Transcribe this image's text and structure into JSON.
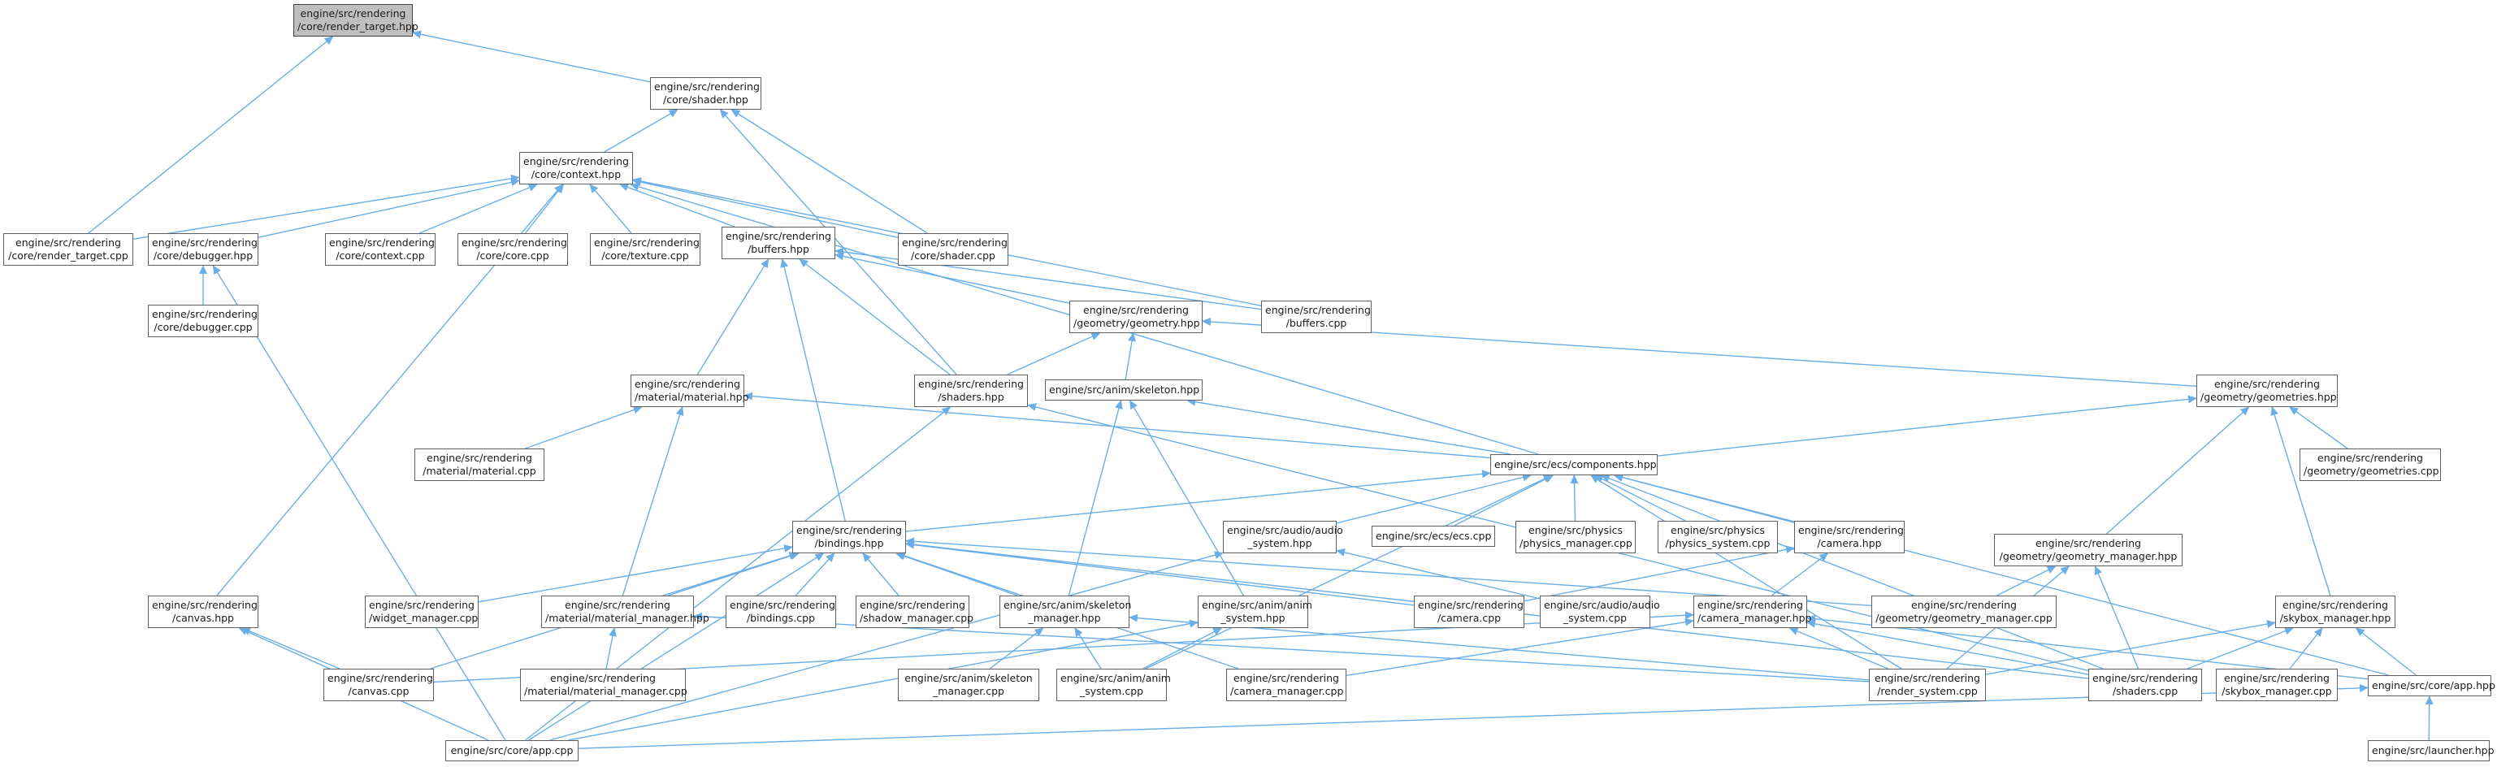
{
  "diagram": {
    "arrow_color": "#6aaee8",
    "node_border": "#606060",
    "root_fill": "#bfbfbf",
    "nodes": [
      {
        "id": "rt_hpp",
        "root": true,
        "lines": [
          "engine/src/rendering",
          "/core/render_target.hpp"
        ]
      },
      {
        "id": "shader_hpp",
        "lines": [
          "engine/src/rendering",
          "/core/shader.hpp"
        ]
      },
      {
        "id": "context_hpp",
        "lines": [
          "engine/src/rendering",
          "/core/context.hpp"
        ]
      },
      {
        "id": "rt_cpp",
        "lines": [
          "engine/src/rendering",
          "/core/render_target.cpp"
        ]
      },
      {
        "id": "debugger_hpp",
        "lines": [
          "engine/src/rendering",
          "/core/debugger.hpp"
        ]
      },
      {
        "id": "context_cpp",
        "lines": [
          "engine/src/rendering",
          "/core/context.cpp"
        ]
      },
      {
        "id": "core_cpp",
        "lines": [
          "engine/src/rendering",
          "/core/core.cpp"
        ]
      },
      {
        "id": "texture_cpp",
        "lines": [
          "engine/src/rendering",
          "/core/texture.cpp"
        ]
      },
      {
        "id": "buffers_hpp",
        "lines": [
          "engine/src/rendering",
          "/buffers.hpp"
        ]
      },
      {
        "id": "shader_cpp",
        "lines": [
          "engine/src/rendering",
          "/core/shader.cpp"
        ]
      },
      {
        "id": "debugger_cpp",
        "lines": [
          "engine/src/rendering",
          "/core/debugger.cpp"
        ]
      },
      {
        "id": "geometry_hpp",
        "lines": [
          "engine/src/rendering",
          "/geometry/geometry.hpp"
        ]
      },
      {
        "id": "buffers_cpp",
        "lines": [
          "engine/src/rendering",
          "/buffers.cpp"
        ]
      },
      {
        "id": "material_hpp",
        "lines": [
          "engine/src/rendering",
          "/material/material.hpp"
        ]
      },
      {
        "id": "shaders_hpp",
        "lines": [
          "engine/src/rendering",
          "/shaders.hpp"
        ]
      },
      {
        "id": "skeleton_hpp",
        "lines": [
          "engine/src/anim/skeleton.hpp"
        ]
      },
      {
        "id": "geometries_hpp",
        "lines": [
          "engine/src/rendering",
          "/geometry/geometries.hpp"
        ]
      },
      {
        "id": "material_cpp",
        "lines": [
          "engine/src/rendering",
          "/material/material.cpp"
        ]
      },
      {
        "id": "components_hpp",
        "lines": [
          "engine/src/ecs/components.hpp"
        ]
      },
      {
        "id": "geometries_cpp",
        "lines": [
          "engine/src/rendering",
          "/geometry/geometries.cpp"
        ]
      },
      {
        "id": "bindings_hpp",
        "lines": [
          "engine/src/rendering",
          "/bindings.hpp"
        ]
      },
      {
        "id": "audio_hpp",
        "lines": [
          "engine/src/audio/audio",
          "_system.hpp"
        ]
      },
      {
        "id": "ecs_cpp",
        "lines": [
          "engine/src/ecs/ecs.cpp"
        ]
      },
      {
        "id": "phys_mgr_cpp",
        "lines": [
          "engine/src/physics",
          "/physics_manager.cpp"
        ]
      },
      {
        "id": "phys_sys_cpp",
        "lines": [
          "engine/src/physics",
          "/physics_system.cpp"
        ]
      },
      {
        "id": "camera_hpp",
        "lines": [
          "engine/src/rendering",
          "/camera.hpp"
        ]
      },
      {
        "id": "geo_mgr_hpp",
        "lines": [
          "engine/src/rendering",
          "/geometry/geometry_manager.hpp"
        ]
      },
      {
        "id": "canvas_hpp",
        "lines": [
          "engine/src/rendering",
          "/canvas.hpp"
        ]
      },
      {
        "id": "widget_cpp",
        "lines": [
          "engine/src/rendering",
          "/widget_manager.cpp"
        ]
      },
      {
        "id": "mat_mgr_hpp",
        "lines": [
          "engine/src/rendering",
          "/material/material_manager.hpp"
        ]
      },
      {
        "id": "bindings_cpp",
        "lines": [
          "engine/src/rendering",
          "/bindings.cpp"
        ]
      },
      {
        "id": "shadow_cpp",
        "lines": [
          "engine/src/rendering",
          "/shadow_manager.cpp"
        ]
      },
      {
        "id": "skel_mgr_hpp",
        "lines": [
          "engine/src/anim/skeleton",
          "_manager.hpp"
        ]
      },
      {
        "id": "anim_sys_hpp",
        "lines": [
          "engine/src/anim/anim",
          "_system.hpp"
        ]
      },
      {
        "id": "camera_cpp",
        "lines": [
          "engine/src/rendering",
          "/camera.cpp"
        ]
      },
      {
        "id": "audio_cpp",
        "lines": [
          "engine/src/audio/audio",
          "_system.cpp"
        ]
      },
      {
        "id": "cam_mgr_hpp",
        "lines": [
          "engine/src/rendering",
          "/camera_manager.hpp"
        ]
      },
      {
        "id": "geo_mgr_cpp",
        "lines": [
          "engine/src/rendering",
          "/geometry/geometry_manager.cpp"
        ]
      },
      {
        "id": "skybox_hpp",
        "lines": [
          "engine/src/rendering",
          "/skybox_manager.hpp"
        ]
      },
      {
        "id": "canvas_cpp",
        "lines": [
          "engine/src/rendering",
          "/canvas.cpp"
        ]
      },
      {
        "id": "mat_mgr_cpp",
        "lines": [
          "engine/src/rendering",
          "/material/material_manager.cpp"
        ]
      },
      {
        "id": "skel_mgr_cpp",
        "lines": [
          "engine/src/anim/skeleton",
          "_manager.cpp"
        ]
      },
      {
        "id": "anim_sys_cpp",
        "lines": [
          "engine/src/anim/anim",
          "_system.cpp"
        ]
      },
      {
        "id": "cam_mgr_cpp",
        "lines": [
          "engine/src/rendering",
          "/camera_manager.cpp"
        ]
      },
      {
        "id": "render_sys_cpp",
        "lines": [
          "engine/src/rendering",
          "/render_system.cpp"
        ]
      },
      {
        "id": "shaders_cpp",
        "lines": [
          "engine/src/rendering",
          "/shaders.cpp"
        ]
      },
      {
        "id": "skybox_cpp",
        "lines": [
          "engine/src/rendering",
          "/skybox_manager.cpp"
        ]
      },
      {
        "id": "app_hpp",
        "lines": [
          "engine/src/core/app.hpp"
        ]
      },
      {
        "id": "app_cpp",
        "lines": [
          "engine/src/core/app.cpp"
        ]
      },
      {
        "id": "launcher_hpp",
        "lines": [
          "engine/src/launcher.hpp"
        ]
      }
    ],
    "edges": [
      [
        "shader_hpp",
        "rt_hpp"
      ],
      [
        "rt_cpp",
        "rt_hpp"
      ],
      [
        "context_hpp",
        "shader_hpp"
      ],
      [
        "shader_cpp",
        "shader_hpp"
      ],
      [
        "shaders_hpp",
        "shader_hpp"
      ],
      [
        "rt_cpp",
        "context_hpp"
      ],
      [
        "debugger_hpp",
        "context_hpp"
      ],
      [
        "context_cpp",
        "context_hpp"
      ],
      [
        "core_cpp",
        "context_hpp"
      ],
      [
        "texture_cpp",
        "context_hpp"
      ],
      [
        "buffers_hpp",
        "context_hpp"
      ],
      [
        "shader_cpp",
        "context_hpp"
      ],
      [
        "canvas_hpp",
        "context_hpp"
      ],
      [
        "buffers_cpp",
        "context_hpp"
      ],
      [
        "components_hpp",
        "context_hpp"
      ],
      [
        "debugger_cpp",
        "debugger_hpp"
      ],
      [
        "app_cpp",
        "debugger_hpp"
      ],
      [
        "material_hpp",
        "buffers_hpp"
      ],
      [
        "shaders_hpp",
        "buffers_hpp"
      ],
      [
        "bindings_hpp",
        "buffers_hpp"
      ],
      [
        "geometry_hpp",
        "buffers_hpp"
      ],
      [
        "buffers_cpp",
        "buffers_hpp"
      ],
      [
        "shaders_hpp",
        "geometry_hpp"
      ],
      [
        "skeleton_hpp",
        "geometry_hpp"
      ],
      [
        "geometries_hpp",
        "geometry_hpp"
      ],
      [
        "material_cpp",
        "material_hpp"
      ],
      [
        "mat_mgr_hpp",
        "material_hpp"
      ],
      [
        "components_hpp",
        "material_hpp"
      ],
      [
        "app_cpp",
        "shaders_hpp"
      ],
      [
        "shaders_cpp",
        "shaders_hpp"
      ],
      [
        "components_hpp",
        "skeleton_hpp"
      ],
      [
        "skel_mgr_hpp",
        "skeleton_hpp"
      ],
      [
        "anim_sys_hpp",
        "skeleton_hpp"
      ],
      [
        "components_hpp",
        "geometries_hpp"
      ],
      [
        "geometries_cpp",
        "geometries_hpp"
      ],
      [
        "geo_mgr_hpp",
        "geometries_hpp"
      ],
      [
        "skybox_hpp",
        "geometries_hpp"
      ],
      [
        "audio_hpp",
        "components_hpp"
      ],
      [
        "ecs_cpp",
        "components_hpp"
      ],
      [
        "phys_mgr_cpp",
        "components_hpp"
      ],
      [
        "phys_sys_cpp",
        "components_hpp"
      ],
      [
        "camera_hpp",
        "components_hpp"
      ],
      [
        "bindings_hpp",
        "components_hpp"
      ],
      [
        "render_sys_cpp",
        "components_hpp"
      ],
      [
        "shaders_cpp",
        "components_hpp"
      ],
      [
        "anim_sys_cpp",
        "components_hpp"
      ],
      [
        "app_hpp",
        "components_hpp"
      ],
      [
        "app_cpp",
        "audio_hpp"
      ],
      [
        "audio_cpp",
        "audio_hpp"
      ],
      [
        "camera_cpp",
        "camera_hpp"
      ],
      [
        "cam_mgr_hpp",
        "camera_hpp"
      ],
      [
        "geo_mgr_cpp",
        "geo_mgr_hpp"
      ],
      [
        "render_sys_cpp",
        "geo_mgr_hpp"
      ],
      [
        "shaders_cpp",
        "geo_mgr_hpp"
      ],
      [
        "widget_cpp",
        "bindings_hpp"
      ],
      [
        "mat_mgr_hpp",
        "bindings_hpp"
      ],
      [
        "bindings_cpp",
        "bindings_hpp"
      ],
      [
        "shadow_cpp",
        "bindings_hpp"
      ],
      [
        "skel_mgr_hpp",
        "bindings_hpp"
      ],
      [
        "canvas_cpp",
        "bindings_hpp"
      ],
      [
        "app_cpp",
        "bindings_hpp"
      ],
      [
        "camera_cpp",
        "bindings_hpp"
      ],
      [
        "cam_mgr_cpp",
        "bindings_hpp"
      ],
      [
        "geo_mgr_cpp",
        "bindings_hpp"
      ],
      [
        "shaders_cpp",
        "bindings_hpp"
      ],
      [
        "canvas_cpp",
        "canvas_hpp"
      ],
      [
        "app_cpp",
        "canvas_hpp"
      ],
      [
        "mat_mgr_cpp",
        "mat_mgr_hpp"
      ],
      [
        "render_sys_cpp",
        "mat_mgr_hpp"
      ],
      [
        "skel_mgr_cpp",
        "skel_mgr_hpp"
      ],
      [
        "anim_sys_cpp",
        "skel_mgr_hpp"
      ],
      [
        "render_sys_cpp",
        "skel_mgr_hpp"
      ],
      [
        "anim_sys_cpp",
        "anim_sys_hpp"
      ],
      [
        "app_cpp",
        "anim_sys_hpp"
      ],
      [
        "canvas_cpp",
        "cam_mgr_hpp"
      ],
      [
        "cam_mgr_cpp",
        "cam_mgr_hpp"
      ],
      [
        "render_sys_cpp",
        "cam_mgr_hpp"
      ],
      [
        "shaders_cpp",
        "cam_mgr_hpp"
      ],
      [
        "app_hpp",
        "cam_mgr_hpp"
      ],
      [
        "render_sys_cpp",
        "skybox_hpp"
      ],
      [
        "shaders_cpp",
        "skybox_hpp"
      ],
      [
        "skybox_cpp",
        "skybox_hpp"
      ],
      [
        "app_hpp",
        "skybox_hpp"
      ],
      [
        "app_cpp",
        "app_hpp"
      ],
      [
        "launcher_hpp",
        "app_hpp"
      ]
    ]
  }
}
